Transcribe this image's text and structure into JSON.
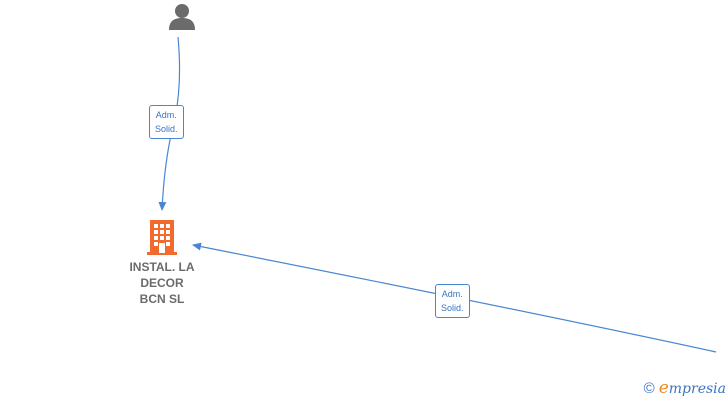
{
  "diagram": {
    "nodes": {
      "person": {
        "icon": "person-icon"
      },
      "company": {
        "icon": "building-icon",
        "name_lines": [
          "INSTAL. LA",
          "DECOR",
          "BCN  SL"
        ]
      }
    },
    "edges": [
      {
        "from": "person",
        "to": "company",
        "label_lines": [
          "Adm.",
          "Solid."
        ]
      },
      {
        "from": "offscreen-node",
        "to": "company",
        "label_lines": [
          "Adm.",
          "Solid."
        ]
      }
    ]
  },
  "watermark": {
    "copyright_symbol": "©",
    "brand_initial": "e",
    "brand_rest": "mpresia"
  },
  "colors": {
    "edge": "#4a86d0",
    "person_icon": "#6b6b6b",
    "company_icon": "#f26a2e",
    "company_text": "#6b6b6b"
  }
}
